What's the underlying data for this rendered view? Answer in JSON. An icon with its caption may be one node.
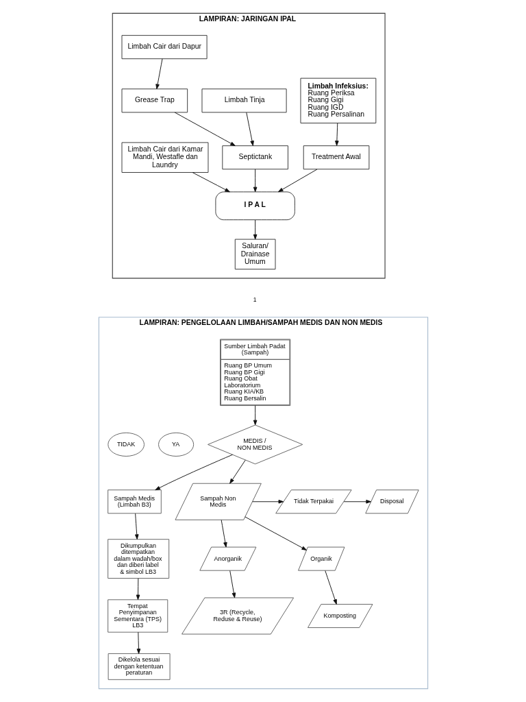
{
  "diagram": {
    "nodes": [
      {
        "text": [
          "LAMPIRAN: JARINGAN IPAL"
        ]
      },
      {
        "text": [
          "Limbah Infeksius:",
          "Ruang Periksa",
          "Ruang Gigi",
          "Ruang IGD",
          "Ruang Persalinan"
        ],
        "in": 0
      },
      {
        "text": [
          "Treatment Awal"
        ],
        "in": 0
      },
      {
        "text": [
          "Limbah Tinja"
        ],
        "in": 0
      },
      {
        "text": [
          "Septictank"
        ],
        "in": 0
      },
      {
        "text": [
          "I P A L"
        ],
        "in": 0
      },
      {
        "text": [
          "Saluran/ Drainase Umum"
        ],
        "in": 0
      },
      {
        "text": [
          "Limbah Cair dari Dapur"
        ],
        "in": 0
      },
      {
        "text": [
          "Grease Trap"
        ],
        "in": 0
      },
      {
        "text": [
          "Limbah Cair dari Kamar Mandi, Westafle dan Laundry"
        ],
        "in": 0
      },
      {
        "text": [
          "LAMPIRAN: PENGELOLAAN LIMBAH/SAMPAH MEDIS DAN NON MEDIS"
        ]
      },
      {
        "text": [
          "Sumber Limbah Padat (Sampah)",
          "Ruang BP Umum",
          "Ruang BP Gigi",
          "Ruang Obat",
          "Laboratorium",
          "Ruang KIA/KB",
          "Ruang Bersalin"
        ],
        "in": 10
      },
      {
        "text": [
          "MEDIS / NON MEDIS"
        ],
        "in": 10
      },
      {
        "text": [
          "YA"
        ],
        "in": 10
      },
      {
        "text": [
          "TIDAK"
        ],
        "in": 10
      },
      {
        "text": [
          "Sampah Medis (Limbah B3)"
        ],
        "in": 10
      },
      {
        "text": [
          "Disposal"
        ],
        "in": 10
      },
      {
        "text": [
          "Tidak Terpakai"
        ],
        "in": 10
      },
      {
        "text": [
          "Sampah Non Medis"
        ],
        "in": 10
      },
      {
        "text": [
          "Dikumpulkan ditempatkan dalam wadah/box dan diberi label & simbol LB3"
        ],
        "in": 10
      },
      {
        "text": [
          "Anorganik"
        ],
        "in": 10
      },
      {
        "text": [
          "Organik"
        ],
        "in": 10
      },
      {
        "text": [
          "Tempat Penyimpanan Sementara (TPS) LB3"
        ],
        "in": 10
      },
      {
        "text": [
          "3R (Recycle, Reduse & Reuse)"
        ],
        "in": 10
      },
      {
        "text": [
          "Komposting"
        ],
        "in": 10
      },
      {
        "text": [
          "Dikelola sesuai dengan ketentuan peraturan"
        ],
        "in": 10
      }
    ],
    "edges": [
      {
        "from": 1,
        "to": 2,
        "arrow": "to"
      },
      {
        "from": 2,
        "to": 5,
        "arrow": "to"
      },
      {
        "from": 3,
        "to": 4,
        "arrow": "to"
      },
      {
        "from": 4,
        "to": 5,
        "arrow": "to"
      },
      {
        "from": 5,
        "to": 6,
        "arrow": "to"
      },
      {
        "from": 7,
        "to": 8,
        "arrow": "to"
      },
      {
        "from": 8,
        "to": 4,
        "arrow": "to"
      },
      {
        "from": 9,
        "to": 5,
        "arrow": "to"
      },
      {
        "from": 11,
        "to": 12,
        "arrow": "to"
      },
      {
        "from": 12,
        "to": 15,
        "arrow": "to"
      },
      {
        "from": 12,
        "to": 18,
        "arrow": "to"
      },
      {
        "from": 18,
        "to": 17,
        "arrow": "to"
      },
      {
        "from": 17,
        "to": 16,
        "arrow": "to"
      },
      {
        "from": 18,
        "to": 20,
        "arrow": "to"
      },
      {
        "from": 18,
        "to": 21,
        "arrow": "to"
      },
      {
        "from": 20,
        "to": 23,
        "arrow": "to"
      },
      {
        "from": 21,
        "to": 24,
        "arrow": "to"
      },
      {
        "from": 15,
        "to": 19,
        "arrow": "to"
      },
      {
        "from": 19,
        "to": 22,
        "arrow": "to"
      },
      {
        "from": 22,
        "to": 25,
        "arrow": "to"
      }
    ],
    "labels": [
      "1"
    ]
  }
}
